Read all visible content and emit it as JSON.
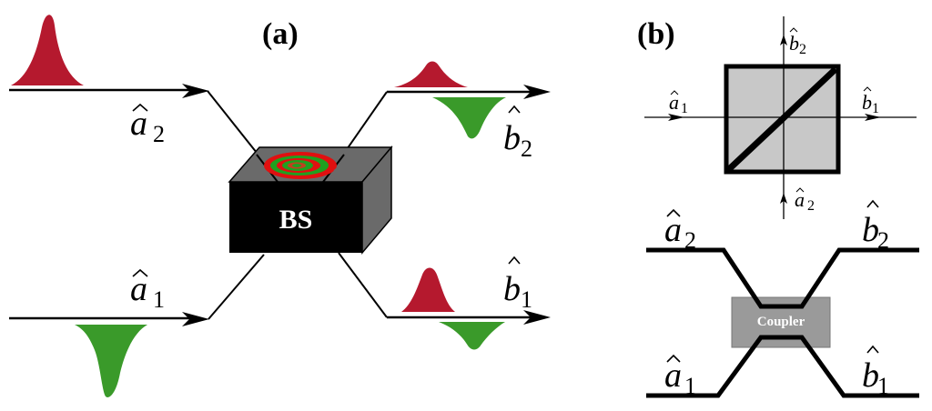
{
  "panels": {
    "a": {
      "label": "(a)",
      "device_label": "BS",
      "inputs": [
        {
          "operator": "a",
          "subscript": "1",
          "pulse": "green-inverted"
        },
        {
          "operator": "a",
          "subscript": "2",
          "pulse": "red"
        }
      ],
      "outputs": [
        {
          "operator": "b",
          "subscript": "1",
          "pulse": "red-and-green"
        },
        {
          "operator": "b",
          "subscript": "2",
          "pulse": "red-and-green"
        }
      ]
    },
    "b": {
      "label": "(b)",
      "cube_ports": {
        "a1": {
          "operator": "a",
          "subscript": "1"
        },
        "a2": {
          "operator": "a",
          "subscript": "2"
        },
        "b1": {
          "operator": "b",
          "subscript": "1"
        },
        "b2": {
          "operator": "b",
          "subscript": "2"
        }
      },
      "coupler_label": "Coupler",
      "coupler_ports": {
        "a1": {
          "operator": "a",
          "subscript": "1"
        },
        "a2": {
          "operator": "a",
          "subscript": "2"
        },
        "b1": {
          "operator": "b",
          "subscript": "1"
        },
        "b2": {
          "operator": "b",
          "subscript": "2"
        }
      }
    }
  },
  "colors": {
    "red_pulse": "#b5192e",
    "green_pulse": "#3a9a2a",
    "bs_front": "#000000",
    "bs_side": "#6a6a6a",
    "cube_fill": "#c8c8c8",
    "coupler_fill": "#9a9a9a",
    "spiral_red": "#e01010",
    "spiral_green": "#20a020"
  }
}
